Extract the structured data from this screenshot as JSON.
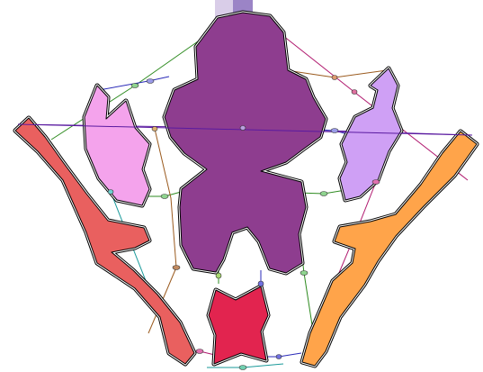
{
  "colors": {
    "background": "#ffffff",
    "top_band": "#d9cde8",
    "top_band_inner": "#9b84c6",
    "center": "#8e3d8f",
    "left_wing": "#f4a3ec",
    "right_wing": "#cfa0f5",
    "left_arm": "#e9605f",
    "right_arm": "#ffa44a",
    "bottom": "#e2244f",
    "link_green": "#2e8b20",
    "link_blue": "#2a2ab8",
    "link_teal": "#1a9a9a",
    "link_brown": "#9a5a1e",
    "link_magenta": "#b0186e",
    "link_purple": "#5a1aa0"
  },
  "diagram": {
    "shapes": [
      "top-band",
      "center-shape",
      "left-wing",
      "right-wing",
      "left-arm",
      "right-arm",
      "bottom-shape"
    ],
    "connector_count": 15
  }
}
